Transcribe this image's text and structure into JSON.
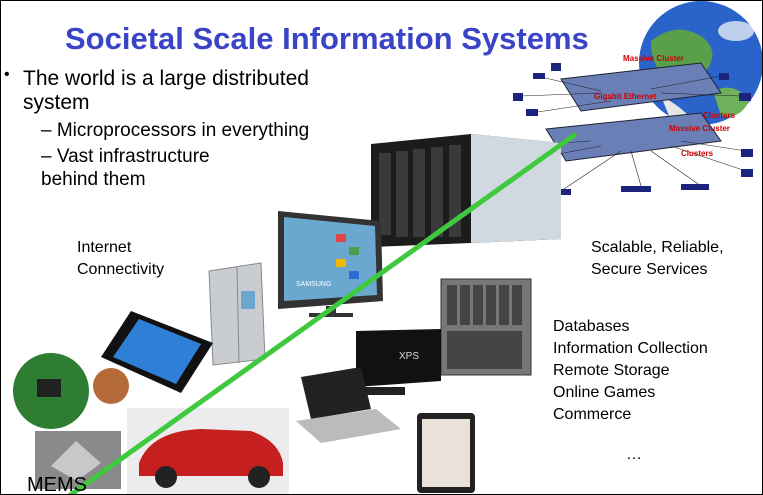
{
  "slide": {
    "title": "Societal Scale Information Systems",
    "bullet_main": "The world is a large distributed system",
    "sub_bullets": [
      "– Microprocessors in everything",
      "– Vast infrastructure behind them"
    ],
    "internet_label": [
      "Internet",
      "Connectivity"
    ],
    "services_label": [
      "Scalable, Reliable,",
      "Secure Services"
    ],
    "services_list": [
      "Databases",
      "Information Collection",
      "Remote Storage",
      "Online Games",
      "Commerce"
    ],
    "ellipsis": "…",
    "mems_label": "MEMS",
    "cluster_labels": [
      "Massive Cluster",
      "Gigabit Ethernet",
      "Clusters",
      "Massive Cluster",
      "Clusters"
    ],
    "tv_brand": "SAMSUNG",
    "monitor_brand": "XPS"
  },
  "colors": {
    "title": "#3a44c6",
    "line": "#3ec93e",
    "cluster_label": "#cc0000"
  }
}
